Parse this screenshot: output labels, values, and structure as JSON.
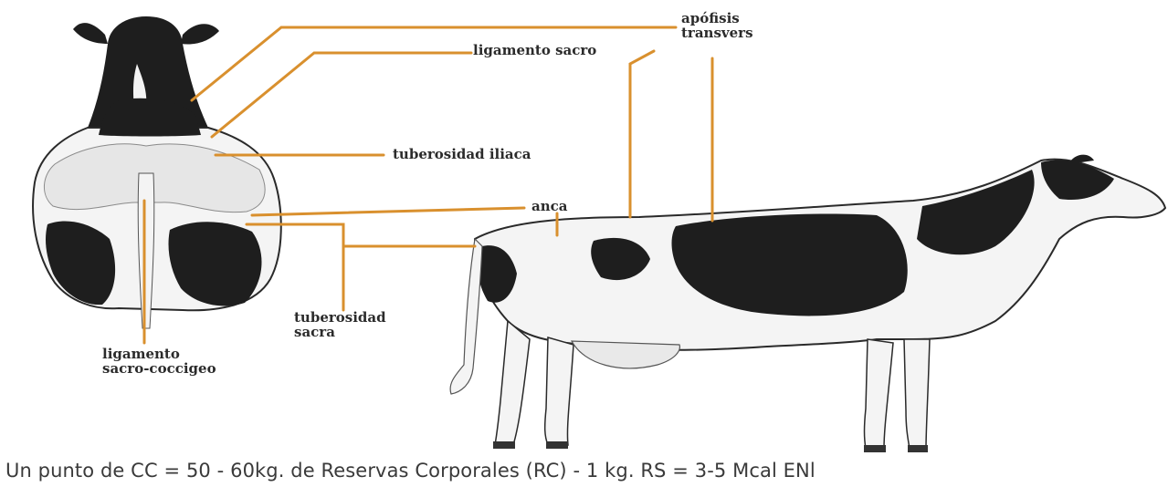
{
  "labels": {
    "apofisis_1": "apófisis",
    "apofisis_2": "transvers",
    "ligamento_sacro": "ligamento sacro",
    "tuberosidad_iliaca": "tuberosidad iliaca",
    "anca": "anca",
    "tuberosidad_sacra_1": "tuberosidad",
    "tuberosidad_sacra_2": "sacra",
    "ligamento_sc_1": "ligamento",
    "ligamento_sc_2": "sacro-coccigeo"
  },
  "footer": "Un punto de CC = 50 - 60kg. de Reservas Corporales (RC) - 1 kg. RS = 3-5 Mcal ENl",
  "colors": {
    "leader_line": "#d9902e",
    "cow_black": "#1e1e1e",
    "cow_white": "#f4f4f4",
    "outline": "#2a2a2a"
  }
}
